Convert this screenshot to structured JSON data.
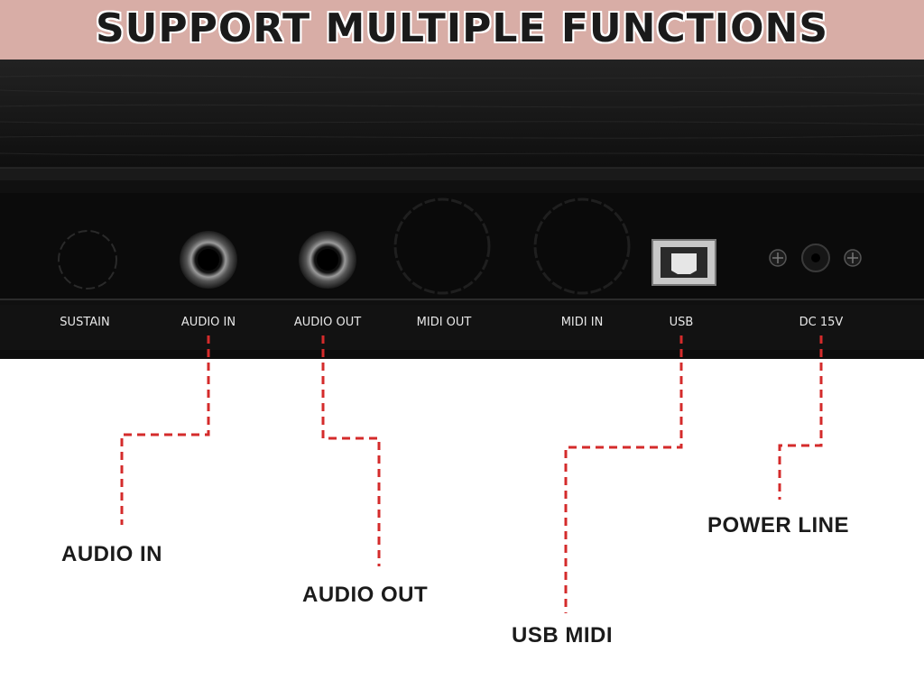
{
  "banner": {
    "title": "SUPPORT MULTIPLE FUNCTIONS"
  },
  "panel": {
    "port_labels": [
      "SUSTAIN",
      "AUDIO IN",
      "AUDIO OUT",
      "MIDI OUT",
      "MIDI IN",
      "USB",
      "DC 15V"
    ]
  },
  "callouts": {
    "audio_in": "AUDIO IN",
    "audio_out": "AUDIO OUT",
    "usb_midi": "USB MIDI",
    "power_line": "POWER LINE"
  },
  "colors": {
    "banner_bg": "#d8ada6",
    "leader_line": "#d42b2b",
    "panel": "#141414"
  }
}
